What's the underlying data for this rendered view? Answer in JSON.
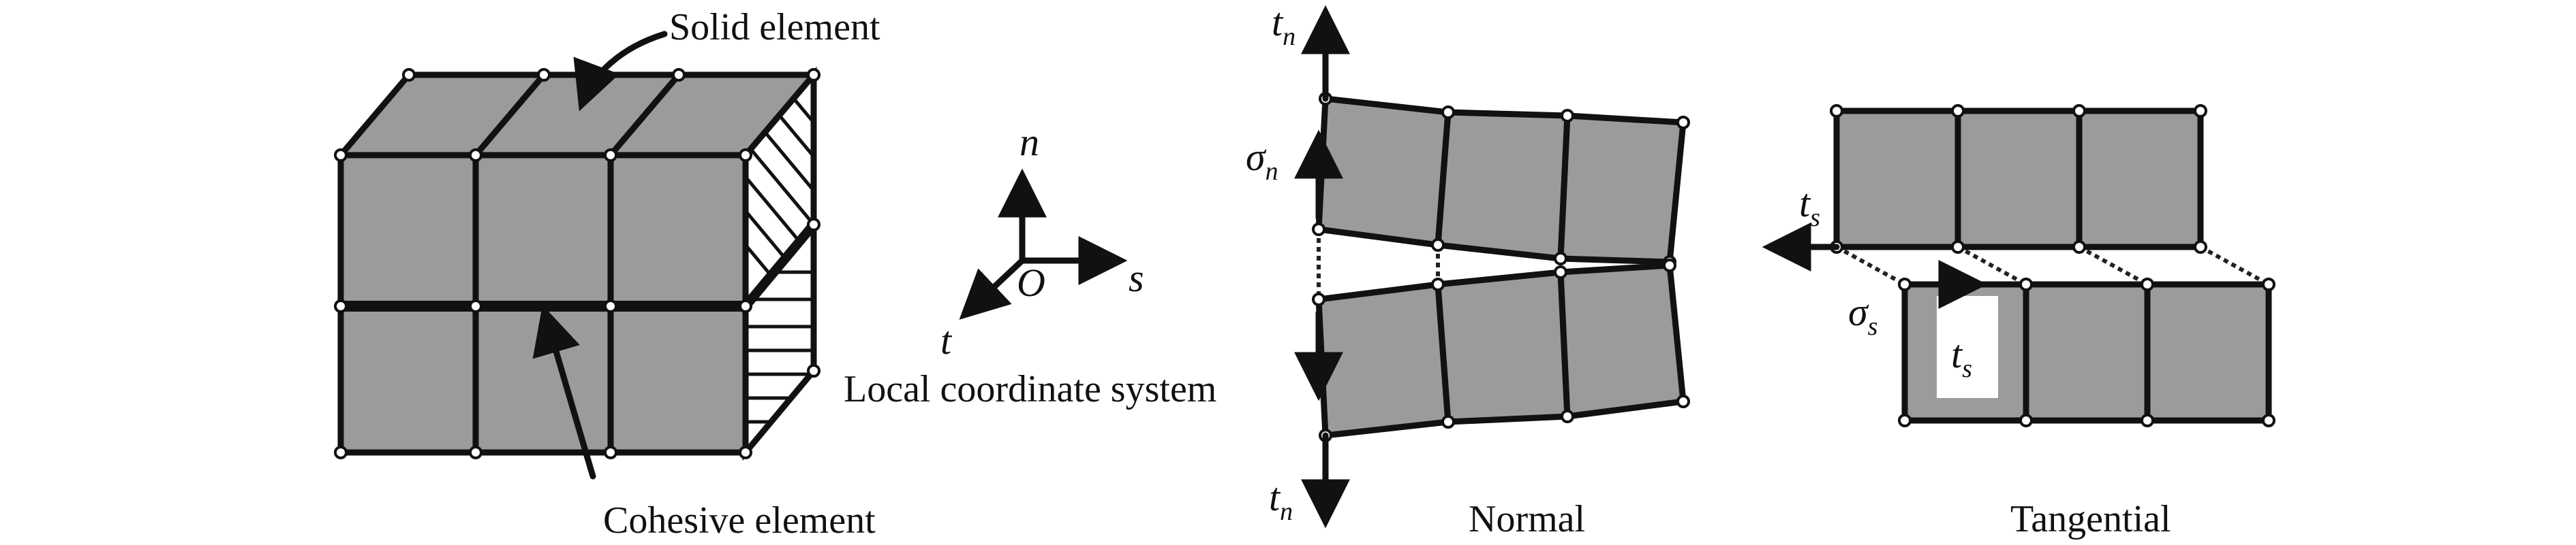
{
  "labels": {
    "solid_element": "Solid element",
    "cohesive_element": "Cohesive element",
    "local_coordinate_system": "Local coordinate system",
    "normal": "Normal",
    "tangential": "Tangential"
  },
  "axes": {
    "n": "n",
    "s": "s",
    "t": "t",
    "origin": "O"
  },
  "symbols": {
    "t_main": "t",
    "sub_n": "n",
    "sub_s": "s",
    "sigma": "σ"
  }
}
